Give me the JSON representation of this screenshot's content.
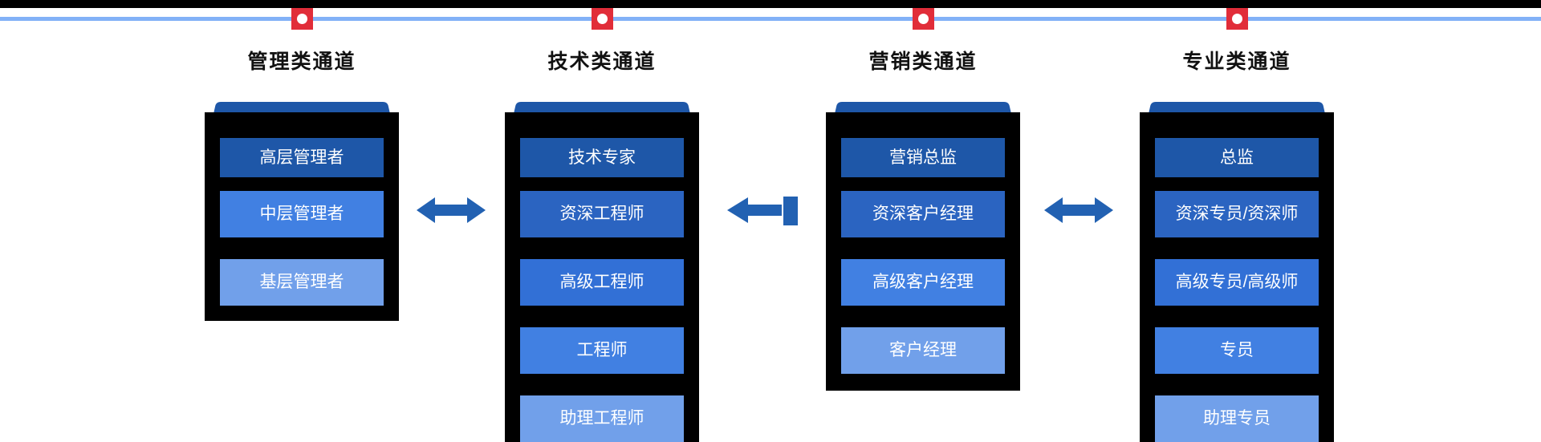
{
  "colors": {
    "top_bar": "#000000",
    "timeline_line": "#82b1f7",
    "marker_red": "#e12d39",
    "marker_dot": "#ffffff",
    "arrow_blue": "#2261b2",
    "ladder_black": "#000000",
    "title_text": "#111111",
    "rung_text": "#ffffff",
    "level_dark": "#1e57a8"
  },
  "channels": [
    {
      "title": "管理类通道",
      "levels": [
        {
          "label": "高层管理者",
          "color": "#1e57a8"
        },
        {
          "label": "中层管理者",
          "color": "#4180e2"
        },
        {
          "label": "基层管理者",
          "color": "#71a0ea"
        }
      ]
    },
    {
      "title": "技术类通道",
      "levels": [
        {
          "label": "技术专家",
          "color": "#1e57a8"
        },
        {
          "label": "资深工程师",
          "color": "#2b64c1"
        },
        {
          "label": "高级工程师",
          "color": "#3270d6"
        },
        {
          "label": "工程师",
          "color": "#4180e2"
        },
        {
          "label": "助理工程师",
          "color": "#71a0ea"
        }
      ]
    },
    {
      "title": "营销类通道",
      "levels": [
        {
          "label": "营销总监",
          "color": "#1e57a8"
        },
        {
          "label": "资深客户经理",
          "color": "#2b64c1"
        },
        {
          "label": "高级客户经理",
          "color": "#4180e2"
        },
        {
          "label": "客户经理",
          "color": "#71a0ea"
        }
      ]
    },
    {
      "title": "专业类通道",
      "levels": [
        {
          "label": "总监",
          "color": "#1e57a8"
        },
        {
          "label": "资深专员/资深师",
          "color": "#2b64c1"
        },
        {
          "label": "高级专员/高级师",
          "color": "#3270d6"
        },
        {
          "label": "专员",
          "color": "#4180e2"
        },
        {
          "label": "助理专员",
          "color": "#71a0ea"
        }
      ]
    }
  ],
  "arrows": [
    {
      "between": "管理类-技术类",
      "type": "double-headed"
    },
    {
      "between": "技术类-营销类",
      "type": "left-with-end-bar"
    },
    {
      "between": "营销类-专业类",
      "type": "double-headed"
    }
  ]
}
